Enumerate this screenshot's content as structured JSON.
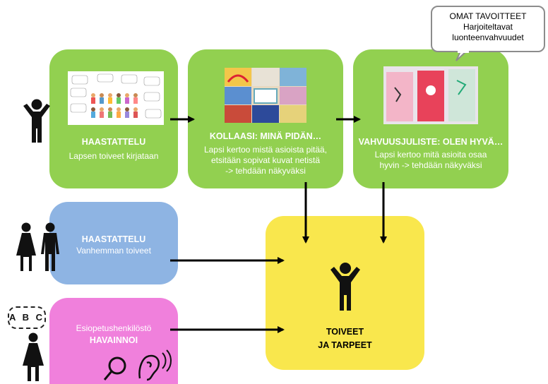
{
  "nodes": {
    "interview_child": {
      "title": "HAASTATTELU",
      "text": "Lapsen toiveet kirjataan"
    },
    "collage": {
      "title": "KOLLAASI: MINÄ PIDÄN…",
      "lines": [
        "Lapsi kertoo mistä asioista pitää,",
        "etsitään sopivat kuvat netistä",
        "-> tehdään näkyväksi"
      ]
    },
    "poster": {
      "title": "VAHVUUSJULISTE: OLEN HYVÄ…",
      "lines": [
        "Lapsi kertoo mitä asioita osaa",
        "hyvin -> tehdään näkyväksi"
      ]
    },
    "interview_parent": {
      "title": "HAASTATTELU",
      "text": "Vanhemman toiveet"
    },
    "staff": {
      "line1": "Esiopetushenkilöstö",
      "line2": "HAVAINNOI"
    },
    "result": {
      "line1": "TOIVEET",
      "line2": "JA TARPEET"
    }
  },
  "callout": {
    "lines": [
      "OMAT TAVOITTEET",
      "Harjoiteltavat",
      "luonteenvahvuudet"
    ]
  },
  "abc_label": "A B C",
  "colors": {
    "green": "#92d050",
    "blue": "#8eb4e3",
    "pink": "#f080dc",
    "yellow": "#f9e74d"
  }
}
